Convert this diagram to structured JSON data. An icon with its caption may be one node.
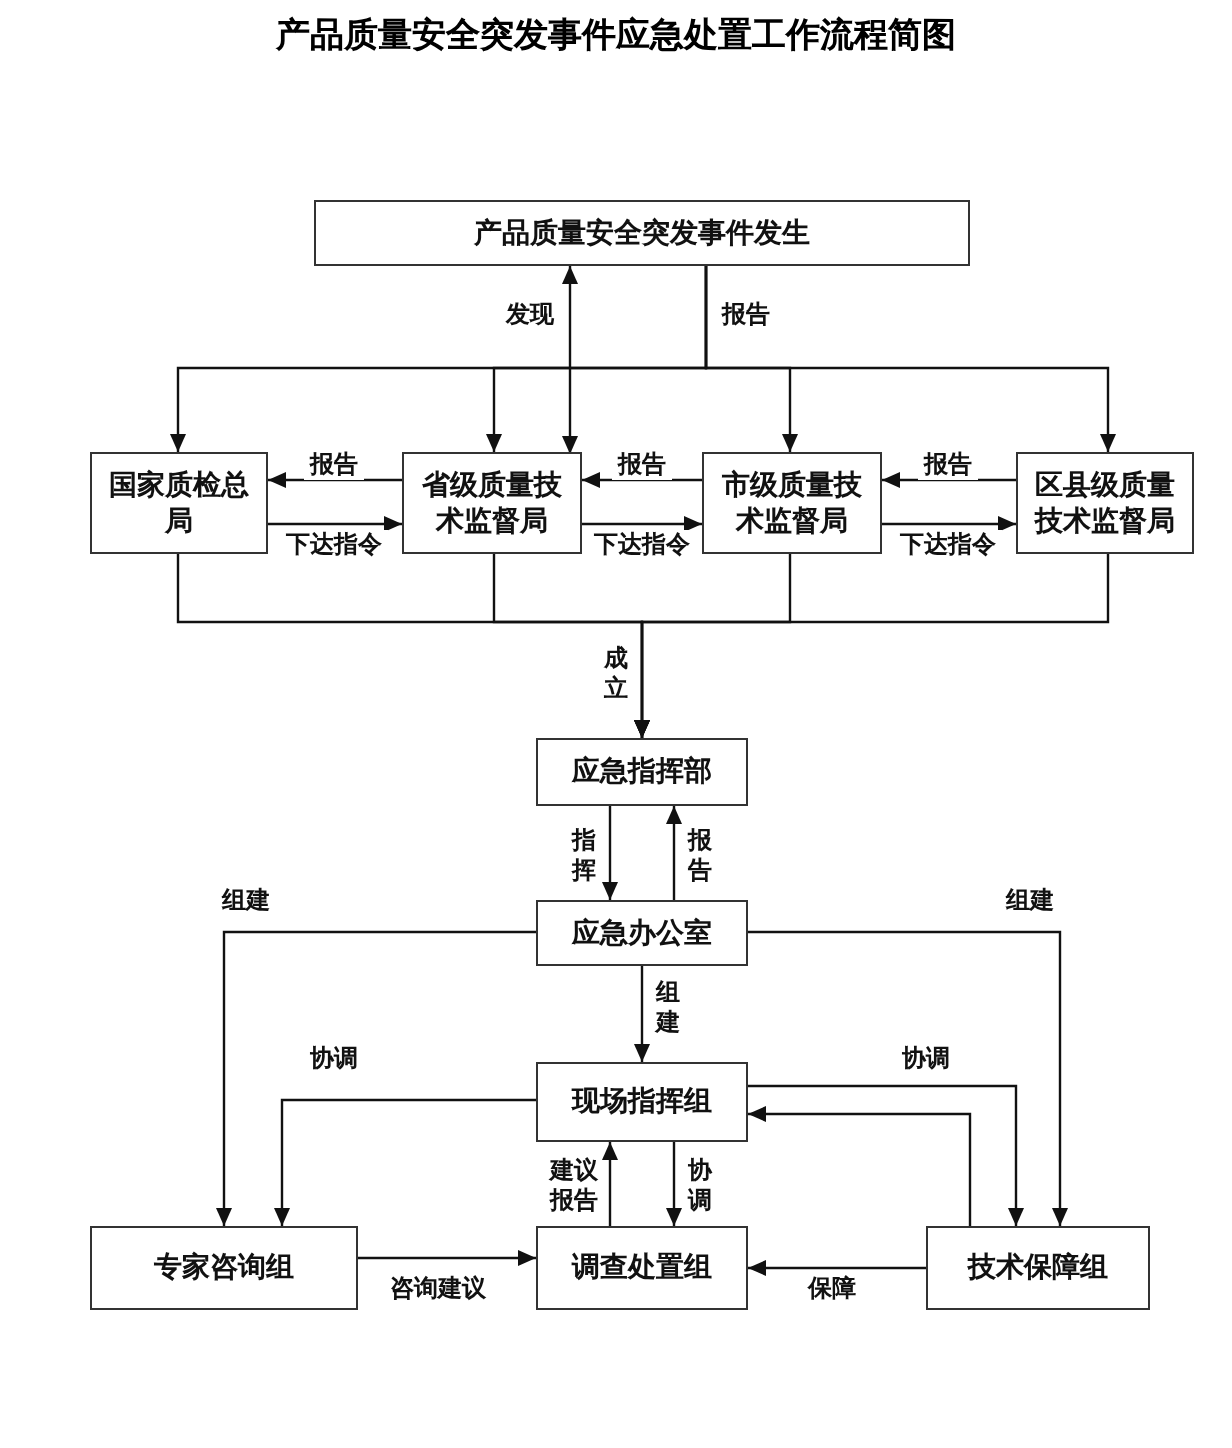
{
  "diagram": {
    "title": "产品质量安全突发事件应急处置工作流程简图",
    "nodes": [
      {
        "text": [
          "产品质量安全突发事件发生"
        ]
      },
      {
        "text": [
          "国家质检总局"
        ]
      },
      {
        "text": [
          "省级质量技术监督局"
        ]
      },
      {
        "text": [
          "市级质量技术监督局"
        ]
      },
      {
        "text": [
          "区县级质量技术监督局"
        ]
      },
      {
        "text": [
          "应急指挥部"
        ]
      },
      {
        "text": [
          "应急办公室"
        ]
      },
      {
        "text": [
          "现场指挥组"
        ]
      },
      {
        "text": [
          "专家咨询组"
        ]
      },
      {
        "text": [
          "调查处置组"
        ]
      },
      {
        "text": [
          "技术保障组"
        ]
      }
    ],
    "edges": [
      {
        "from": 2,
        "to": 0,
        "arrow": "both",
        "label": "发现"
      },
      {
        "from": 0,
        "to": 1,
        "arrow": "to",
        "label": "报告"
      },
      {
        "from": 0,
        "to": 2,
        "arrow": "to"
      },
      {
        "from": 0,
        "to": 3,
        "arrow": "to"
      },
      {
        "from": 0,
        "to": 4,
        "arrow": "to"
      },
      {
        "from": 2,
        "to": 1,
        "arrow": "to",
        "label": "报告"
      },
      {
        "from": 1,
        "to": 2,
        "arrow": "to",
        "label": "下达指令"
      },
      {
        "from": 3,
        "to": 2,
        "arrow": "to",
        "label": "报告"
      },
      {
        "from": 2,
        "to": 3,
        "arrow": "to",
        "label": "下达指令"
      },
      {
        "from": 4,
        "to": 3,
        "arrow": "to",
        "label": "报告"
      },
      {
        "from": 3,
        "to": 4,
        "arrow": "to",
        "label": "下达指令"
      },
      {
        "from": 1,
        "to": 5,
        "arrow": "to",
        "label": "成立"
      },
      {
        "from": 2,
        "to": 5,
        "arrow": "to"
      },
      {
        "from": 3,
        "to": 5,
        "arrow": "to"
      },
      {
        "from": 4,
        "to": 5,
        "arrow": "to"
      },
      {
        "from": 5,
        "to": 6,
        "arrow": "to",
        "label": "指挥"
      },
      {
        "from": 6,
        "to": 5,
        "arrow": "to",
        "label": "报告"
      },
      {
        "from": 6,
        "to": 8,
        "arrow": "to",
        "label": "组建"
      },
      {
        "from": 6,
        "to": 10,
        "arrow": "to",
        "label": "组建"
      },
      {
        "from": 6,
        "to": 7,
        "arrow": "to",
        "label": "组建"
      },
      {
        "from": 7,
        "to": 8,
        "arrow": "to",
        "label": "协调"
      },
      {
        "from": 7,
        "to": 10,
        "arrow": "to",
        "label": "协调"
      },
      {
        "from": 10,
        "to": 7,
        "arrow": "to"
      },
      {
        "from": 7,
        "to": 9,
        "arrow": "to",
        "label": "协调"
      },
      {
        "from": 9,
        "to": 7,
        "arrow": "to",
        "label": "建议报告"
      },
      {
        "from": 8,
        "to": 9,
        "arrow": "to",
        "label": "咨询建议"
      },
      {
        "from": 10,
        "to": 9,
        "arrow": "to",
        "label": "保障"
      }
    ]
  }
}
